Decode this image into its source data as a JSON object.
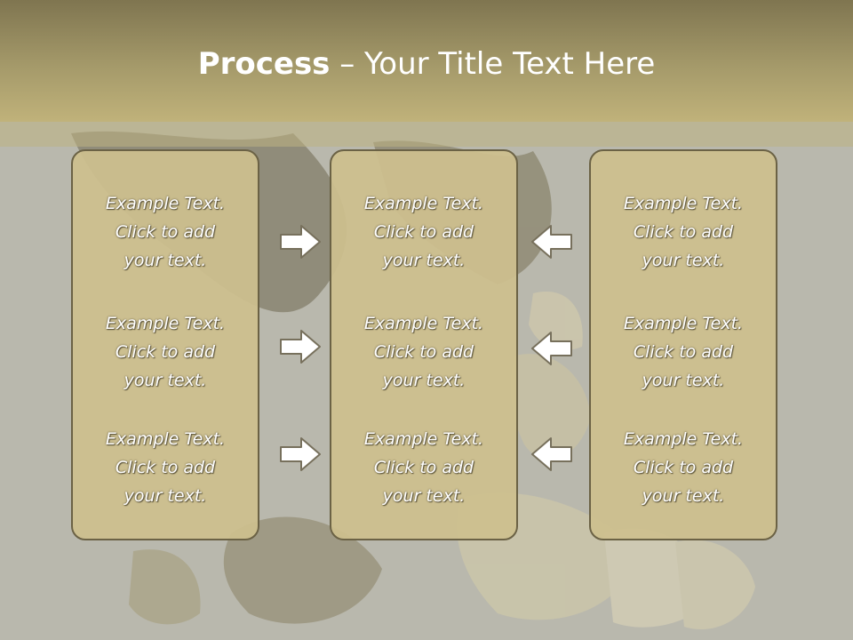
{
  "slide": {
    "title_bold": "Process",
    "title_rest": " – Your Title Text Here"
  },
  "columns": [
    {
      "items": [
        {
          "line1": "Example Text.",
          "line2": "Click  to add",
          "line3": "your text."
        },
        {
          "line1": "Example Text.",
          "line2": "Click  to add",
          "line3": "your text."
        },
        {
          "line1": "Example Text.",
          "line2": "Click  to add",
          "line3": "your text."
        }
      ]
    },
    {
      "items": [
        {
          "line1": "Example Text.",
          "line2": "Click  to add",
          "line3": "your text."
        },
        {
          "line1": "Example Text.",
          "line2": "Click  to add",
          "line3": "your text."
        },
        {
          "line1": "Example Text.",
          "line2": "Click  to add",
          "line3": "your text."
        }
      ]
    },
    {
      "items": [
        {
          "line1": "Example Text.",
          "line2": "Click  to add",
          "line3": "your text."
        },
        {
          "line1": "Example Text.",
          "line2": "Click  to add",
          "line3": "your text."
        },
        {
          "line1": "Example Text.",
          "line2": "Click  to add",
          "line3": "your text."
        }
      ]
    }
  ],
  "icons": {
    "left_arrows": "arrow-right-icon",
    "right_arrows": "arrow-left-icon"
  },
  "colors": {
    "header_top": "#7f7550",
    "header_bottom": "#c0b27a",
    "box_fill": "#cdc08e",
    "box_border": "#6b6245",
    "text": "#ffffff"
  }
}
